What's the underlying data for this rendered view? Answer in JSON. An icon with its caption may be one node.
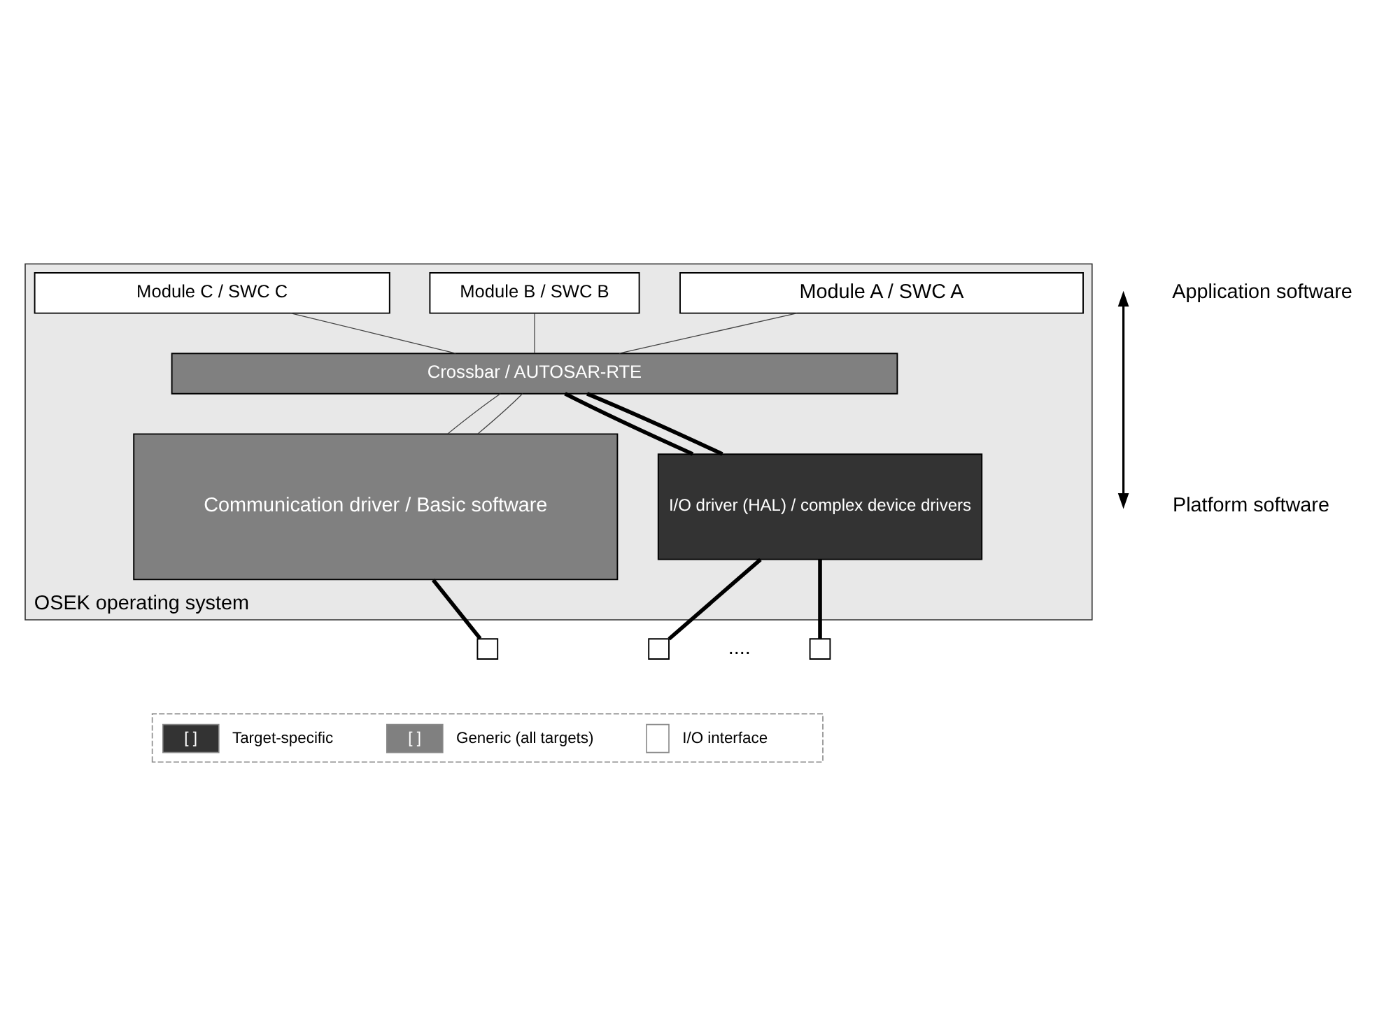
{
  "diagram": {
    "nodes": [
      {
        "text": [
          "OSEK operating system"
        ]
      },
      {
        "text": [
          "Module A / SWC A"
        ],
        "in": 0
      },
      {
        "text": [
          "Module B / SWC B"
        ],
        "in": 0
      },
      {
        "text": [
          "Module C / SWC C"
        ],
        "in": 0
      },
      {
        "text": [
          "Crossbar / AUTOSAR-RTE"
        ],
        "in": 0
      },
      {
        "text": [
          "Communication driver / Basic software"
        ],
        "in": 0
      },
      {
        "text": [
          "I/O driver (HAL) / complex device drivers"
        ],
        "in": 0
      },
      {
        "text": [],
        "shape": "box"
      },
      {
        "text": [],
        "shape": "box"
      },
      {
        "text": [],
        "shape": "box"
      }
    ],
    "edges": [
      {
        "from": 1,
        "to": 4,
        "arrow": "none"
      },
      {
        "from": 2,
        "to": 4,
        "arrow": "none"
      },
      {
        "from": 3,
        "to": 4,
        "arrow": "none"
      },
      {
        "from": 4,
        "to": 5,
        "arrow": "none"
      },
      {
        "from": 4,
        "to": 5,
        "arrow": "none"
      },
      {
        "from": 4,
        "to": 6,
        "arrow": "none",
        "style": "thick"
      },
      {
        "from": 4,
        "to": 6,
        "arrow": "none",
        "style": "thick"
      },
      {
        "from": 5,
        "to": 7,
        "arrow": "none",
        "style": "thick"
      },
      {
        "from": 6,
        "to": 8,
        "arrow": "none",
        "style": "thick"
      },
      {
        "from": 6,
        "to": 9,
        "arrow": "none",
        "style": "thick"
      }
    ],
    "labels": [
      "....",
      "Application software",
      "Platform software",
      "[ ]",
      "[ ]"
    ],
    "legend": [
      {
        "text": "Target-specific",
        "color": "#333333"
      },
      {
        "text": "Generic (all targets)",
        "color": "#808080"
      },
      {
        "text": "I/O interface"
      }
    ]
  }
}
